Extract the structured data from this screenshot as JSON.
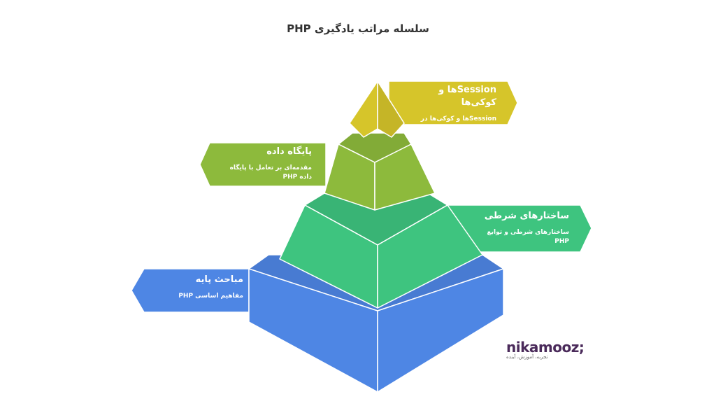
{
  "title": "سلسله مراتب یادگیری PHP",
  "colors": {
    "level1": "#4E86E4",
    "level2": "#3EC47F",
    "level3": "#8DBA3C",
    "level4": "#D6C52A"
  },
  "levels": [
    {
      "heading": "Sessionها و کوکی‌ها",
      "description": "Sessionها و کوکی‌ها در PHP"
    },
    {
      "heading": "پایگاه داده",
      "description": "مقدمه‌ای بر تعامل با پایگاه داده PHP"
    },
    {
      "heading": "ساختارهای شرطی",
      "description": "ساختارهای شرطی و توابع PHP"
    },
    {
      "heading": "مباحث پایه",
      "description": "مفاهیم اساسی PHP"
    }
  ],
  "logo": {
    "name": "nikamooz;",
    "tagline": "تجربه، آموزش، آینده"
  }
}
